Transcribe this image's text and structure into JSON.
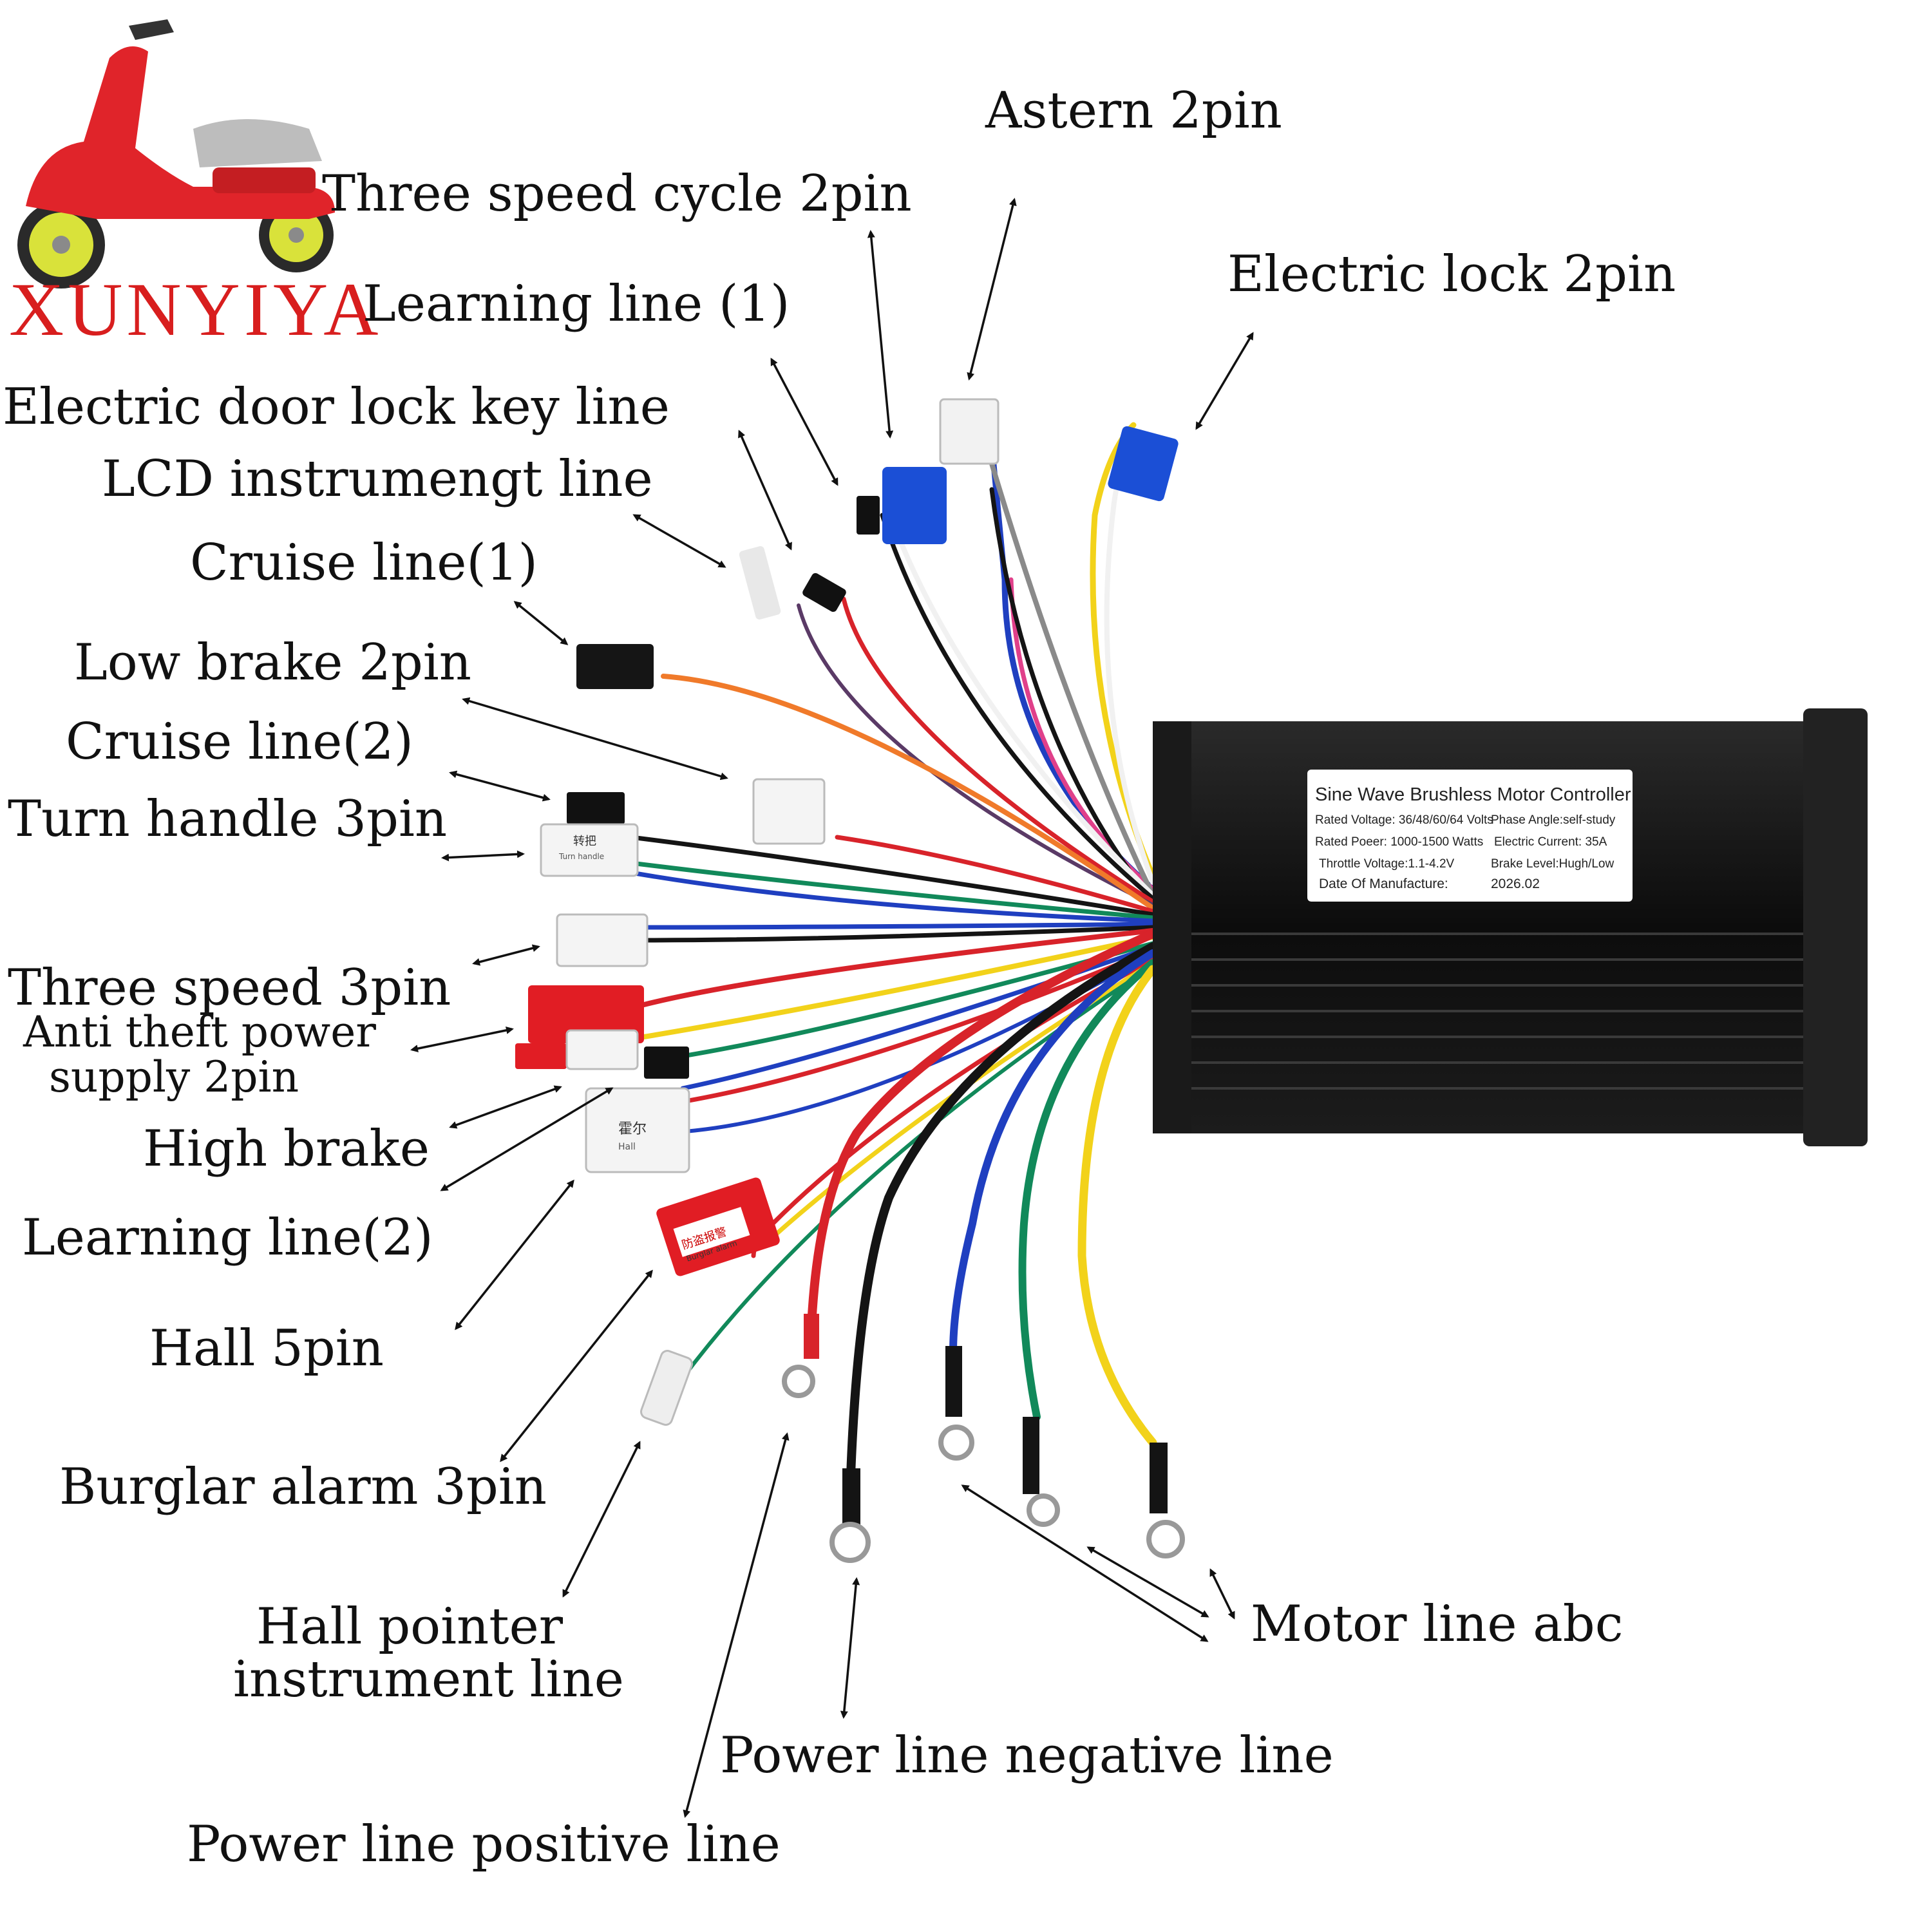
{
  "brand": {
    "name": "XUNYIYA",
    "color": "#d81e1e"
  },
  "controller_label": {
    "title": "Sine Wave Brushless Motor Controller",
    "line1_left": "Rated Voltage: 36/48/60/64 Volts",
    "line1_right": "Phase Angle:self-study",
    "line2_left": "Rated Poeer: 1000-1500 Watts",
    "line2_right": "Electric Current: 35A",
    "line3_left": "Throttle Voltage:1.1-4.2V",
    "line3_right": "Brake Level:Hugh/Low",
    "line4_left": "Date Of Manufacture:",
    "line4_right": "2026.02"
  },
  "connector_tags": {
    "turn_handle": "转把",
    "turn_handle_sub": "Turn handle",
    "hall": "霍尔",
    "hall_sub": "Hall",
    "burglar": "防盗报警",
    "burglar_sub": "Burglar alarm"
  },
  "labels": {
    "astern": "Astern 2pin",
    "three_speed_cycle": "Three speed cycle 2pin",
    "electric_lock": "Electric lock 2pin",
    "learning_line_1": "Learning line (1)",
    "door_lock_key": "Electric door lock key line",
    "lcd": "LCD instrumengt line",
    "cruise_1": "Cruise line(1)",
    "low_brake": "Low brake 2pin",
    "cruise_2": "Cruise line(2)",
    "turn_handle": "Turn handle 3pin",
    "three_speed": "Three speed 3pin",
    "anti_theft_1": "Anti theft power",
    "anti_theft_2": "supply 2pin",
    "high_brake": "High brake",
    "learning_line_2": "Learning line(2)",
    "hall": "Hall 5pin",
    "burglar": "Burglar alarm 3pin",
    "hall_pointer_1": "Hall pointer",
    "hall_pointer_2": "instrument line",
    "power_negative": "Power line negative line",
    "power_positive": "Power line positive line",
    "motor": "Motor line abc"
  },
  "wire_colors": {
    "red": "#d8232a",
    "black": "#141414",
    "blue": "#1f3fc0",
    "green": "#11895a",
    "yellow": "#f2d21a",
    "orange": "#f07a2a",
    "gray": "#8a8a8a",
    "white": "#f1f1f1",
    "pink": "#e0408a",
    "purple": "#5a3a66",
    "brown": "#6a4a3a"
  }
}
